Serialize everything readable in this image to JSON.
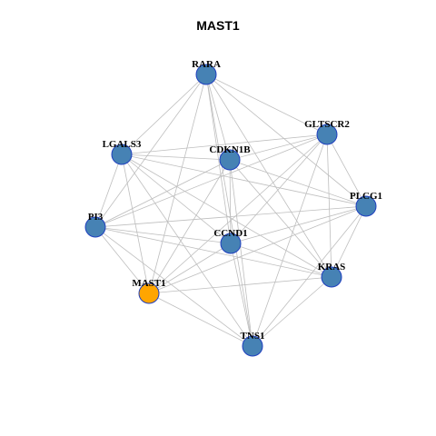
{
  "title": "MAST1",
  "colors": {
    "node_default": "#4682b4",
    "node_focus": "#ffa500",
    "node_border": "#1f3fbf",
    "edge": "#bebebe"
  },
  "network": {
    "focus_node": "MAST1",
    "nodes": [
      {
        "id": "RARA"
      },
      {
        "id": "GLTSCR2"
      },
      {
        "id": "LGALS3"
      },
      {
        "id": "CDKN1B"
      },
      {
        "id": "PLCG1"
      },
      {
        "id": "PI3"
      },
      {
        "id": "CCND1"
      },
      {
        "id": "KRAS"
      },
      {
        "id": "MAST1"
      },
      {
        "id": "TNS1"
      }
    ],
    "edges": [
      [
        "RARA",
        "GLTSCR2"
      ],
      [
        "RARA",
        "LGALS3"
      ],
      [
        "RARA",
        "CDKN1B"
      ],
      [
        "RARA",
        "PLCG1"
      ],
      [
        "RARA",
        "PI3"
      ],
      [
        "RARA",
        "CCND1"
      ],
      [
        "RARA",
        "KRAS"
      ],
      [
        "RARA",
        "MAST1"
      ],
      [
        "RARA",
        "TNS1"
      ],
      [
        "GLTSCR2",
        "LGALS3"
      ],
      [
        "GLTSCR2",
        "CDKN1B"
      ],
      [
        "GLTSCR2",
        "PLCG1"
      ],
      [
        "GLTSCR2",
        "PI3"
      ],
      [
        "GLTSCR2",
        "CCND1"
      ],
      [
        "GLTSCR2",
        "KRAS"
      ],
      [
        "GLTSCR2",
        "MAST1"
      ],
      [
        "GLTSCR2",
        "TNS1"
      ],
      [
        "LGALS3",
        "CDKN1B"
      ],
      [
        "LGALS3",
        "PLCG1"
      ],
      [
        "LGALS3",
        "PI3"
      ],
      [
        "LGALS3",
        "CCND1"
      ],
      [
        "LGALS3",
        "KRAS"
      ],
      [
        "LGALS3",
        "MAST1"
      ],
      [
        "LGALS3",
        "TNS1"
      ],
      [
        "CDKN1B",
        "PLCG1"
      ],
      [
        "CDKN1B",
        "PI3"
      ],
      [
        "CDKN1B",
        "CCND1"
      ],
      [
        "CDKN1B",
        "KRAS"
      ],
      [
        "CDKN1B",
        "MAST1"
      ],
      [
        "CDKN1B",
        "TNS1"
      ],
      [
        "PLCG1",
        "PI3"
      ],
      [
        "PLCG1",
        "CCND1"
      ],
      [
        "PLCG1",
        "KRAS"
      ],
      [
        "PLCG1",
        "MAST1"
      ],
      [
        "PLCG1",
        "TNS1"
      ],
      [
        "PI3",
        "CCND1"
      ],
      [
        "PI3",
        "KRAS"
      ],
      [
        "PI3",
        "MAST1"
      ],
      [
        "PI3",
        "TNS1"
      ],
      [
        "CCND1",
        "KRAS"
      ],
      [
        "CCND1",
        "MAST1"
      ],
      [
        "CCND1",
        "TNS1"
      ],
      [
        "KRAS",
        "MAST1"
      ],
      [
        "KRAS",
        "TNS1"
      ],
      [
        "MAST1",
        "TNS1"
      ]
    ]
  }
}
